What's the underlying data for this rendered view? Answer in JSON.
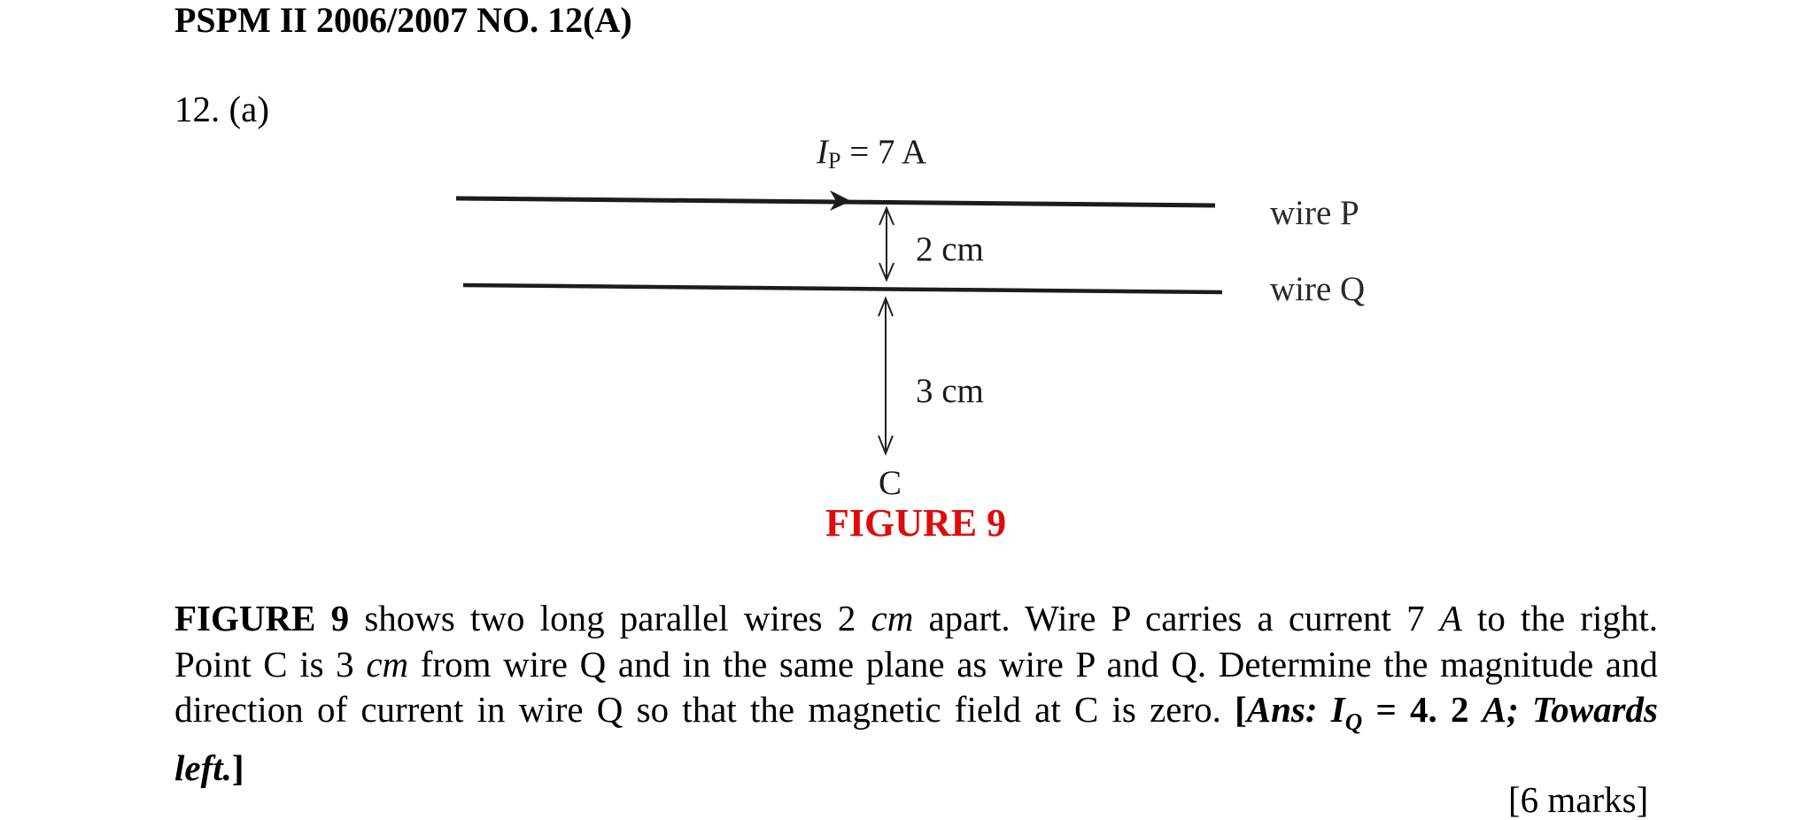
{
  "header": {
    "title": "PSPM II 2006/2007 NO. 12(A)"
  },
  "question": {
    "number": "12. (a)"
  },
  "figure": {
    "current_label_symbol": "I",
    "current_label_subscript": "P",
    "current_label_value": " = 7 A",
    "wire_p_label": "wire P",
    "wire_q_label": "wire Q",
    "distance_pq_label": "2 cm",
    "distance_qc_label": "3 cm",
    "point_label": "C",
    "caption": "FIGURE 9",
    "caption_color": "#e00a0a",
    "current_direction": "right"
  },
  "paragraph": {
    "fig_ref": "FIGURE 9",
    "t1": " shows two long parallel wires 2 ",
    "u1": "cm",
    "t2": " apart. Wire P carries a current 7 ",
    "u2": "A",
    "t3": " to the right. Point C is 3 ",
    "u3": "cm",
    "t4": " from wire Q and in the same plane as wire P and Q. Determine the magnitude and direction of current in wire Q so that the magnetic field at C is zero. ",
    "ans_open": "[",
    "ans_label": "Ans:",
    "ans_symbol": "I",
    "ans_subscript": "Q",
    "ans_eq": " = 4. 2 ",
    "ans_rest": "A; Towards left.",
    "ans_close": "]"
  },
  "marks": "[6 marks]"
}
